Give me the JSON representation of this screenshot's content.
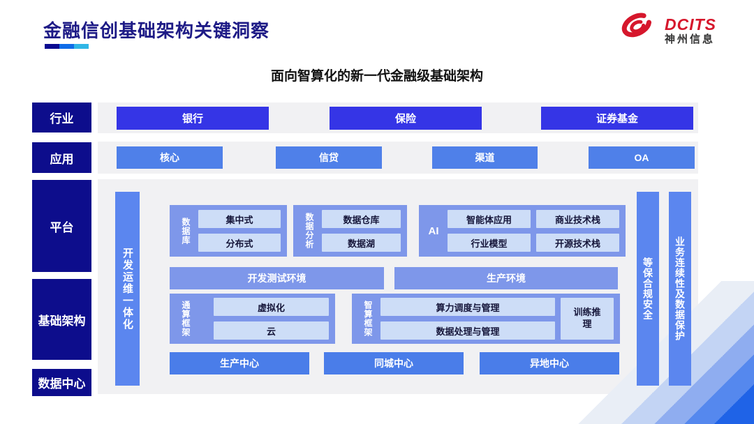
{
  "header": {
    "title": "金融信创基础架构关键洞察",
    "logo_brand": "DCITS",
    "logo_company": "神州信息"
  },
  "subtitle": "面向智算化的新一代金融级基础架构",
  "rows": {
    "industry": {
      "label": "行业",
      "items": [
        "银行",
        "保险",
        "证券基金"
      ]
    },
    "application": {
      "label": "应用",
      "items": [
        "核心",
        "信贷",
        "渠道",
        "OA"
      ]
    }
  },
  "side_labels": {
    "platform": "平台",
    "infrastructure": "基础架构",
    "datacenter": "数据中心"
  },
  "platform": {
    "devops_bar": "开发运维一体化",
    "database": {
      "label": "数据库",
      "items": [
        "集中式",
        "分布式"
      ]
    },
    "analytics": {
      "label": "数据分析",
      "items": [
        "数据仓库",
        "数据湖"
      ]
    },
    "ai": {
      "label": "AI",
      "items": [
        "智能体应用",
        "商业技术栈",
        "行业模型",
        "开源技术栈"
      ]
    },
    "environments": [
      "开发测试环境",
      "生产环境"
    ],
    "general_compute": {
      "label": "通算框架",
      "items": [
        "虚拟化",
        "云"
      ]
    },
    "intelligent_compute": {
      "label": "智算框架",
      "items": [
        "算力调度与管理",
        "数据处理与管理"
      ],
      "side_box": "训练推理"
    },
    "centers": [
      "生产中心",
      "同城中心",
      "异地中心"
    ],
    "security_bar": "等保合规安全",
    "continuity_bar": "业务连续性及数据保护"
  },
  "colors": {
    "title": "#1e1b86",
    "dark_layer_label": "#0d0d8c",
    "industry_button": "#3535e6",
    "application_button": "#4f80e9",
    "container": "#7e97ea",
    "inner_box": "#cdddf7",
    "side_bar": "#5b86ef",
    "center_button": "#4a7de9",
    "logo_red": "#d6172c",
    "panel_background": "#f1f1f3"
  }
}
